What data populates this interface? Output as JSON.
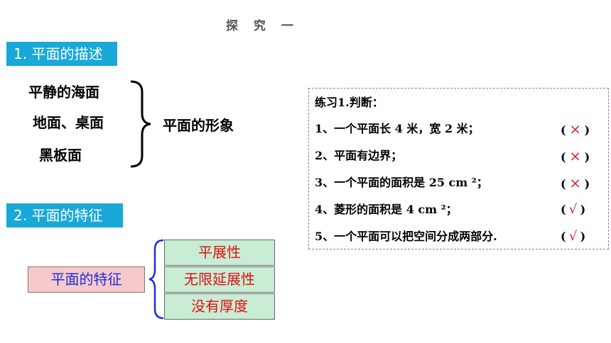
{
  "title": "探 究 一",
  "section1": {
    "heading": "1. 平面的描述",
    "images": [
      "平静的海面",
      "地面、桌面",
      "黑板面"
    ],
    "result": "平面的形象"
  },
  "practice": {
    "title": "练习1.判断：",
    "questions": [
      {
        "text": "1、一个平面长 4 米，宽 2 米；",
        "answer": "×"
      },
      {
        "text": "2、平面有边界；",
        "answer": "×"
      },
      {
        "text": "3、一个平面的面积是 25 cm ²；",
        "answer": "×"
      },
      {
        "text": "4、菱形的面积是 4 cm ²；",
        "answer": "√"
      },
      {
        "text": "5、一个平面可以把空间分成两部分.",
        "answer": "√"
      }
    ],
    "paren_open": "(",
    "paren_close": ")"
  },
  "section2": {
    "heading": "2. 平面的特征",
    "label": "平面的特征",
    "properties": [
      "平展性",
      "无限延展性",
      "没有厚度"
    ]
  },
  "colors": {
    "section_tag": "#19a8d8",
    "feature_box": "#f8c9cc",
    "property_box": "#c9ecd4",
    "property_text": "#e01010",
    "feature_text": "#1a2dd8",
    "mark": "#e02020"
  }
}
